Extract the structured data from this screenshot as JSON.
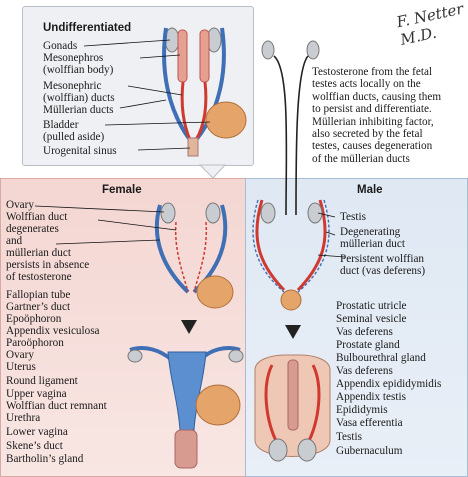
{
  "signature": "F. Netter M.D.",
  "top": {
    "title": "Undifferentiated",
    "labels": [
      "Gonads",
      "Mesonephros",
      "(wolffian body)",
      "Mesonephric",
      "(wolffian) ducts",
      "Müllerian ducts",
      "Bladder",
      "(pulled aside)",
      "Urogenital sinus"
    ]
  },
  "caption": "Testosterone from the fetal\ntestes acts locally on the\nwolffian ducts, causing them\nto persist and differentiate.\nMüllerian inhibiting factor,\nalso secreted by the fetal\ntestes, causes degeneration\nof the müllerian ducts",
  "female": {
    "title": "Female",
    "upper_labels": [
      "Ovary",
      "Wolffian duct",
      "degenerates",
      "and",
      "müllerian duct",
      "persists in absence",
      "of testosterone"
    ],
    "lower_labels": [
      "Fallopian tube",
      "Gartner’s duct",
      "Epoöphoron",
      "Appendix vesiculosa",
      "Paroöphoron",
      "Ovary",
      "Uterus",
      "Round ligament",
      "Upper vagina",
      "Wolffian duct remnant",
      "Urethra",
      "Lower vagina",
      "Skene’s duct",
      "Bartholin’s gland"
    ]
  },
  "male": {
    "title": "Male",
    "upper_labels": [
      "Testis",
      "Degenerating",
      "müllerian duct",
      "Persistent wolffian",
      "duct (vas deferens)"
    ],
    "lower_labels": [
      "Prostatic utricle",
      "Seminal vesicle",
      "Vas deferens",
      "Prostate gland",
      "Bulbourethral gland",
      "Vas deferens",
      "Appendix epididymidis",
      "Appendix testis",
      "Epididymis",
      "Vasa efferentia",
      "Testis",
      "Gubernaculum"
    ]
  },
  "colors": {
    "wolffian": "#d0392f",
    "mullerian": "#3f6fb5",
    "gonad": "#c9cdd2",
    "bladder": "#e4a46a",
    "female_bg": "#f4d6d2",
    "male_bg": "#dfe8f3"
  }
}
